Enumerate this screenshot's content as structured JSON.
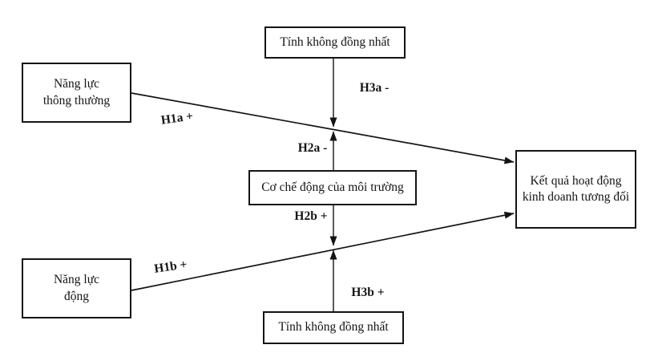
{
  "diagram": {
    "background": "#ffffff",
    "line_color": "#141414",
    "text_color": "#141414",
    "boxes": {
      "heterogeneity_top": {
        "label": "Tính không đồng nhất"
      },
      "ordinary_capability": {
        "label": "Năng lực\nthông thường"
      },
      "environmental_dynamism": {
        "label": "Cơ chế động của môi trường"
      },
      "relative_performance": {
        "label": "Kết quả hoạt động\nkinh doanh tương đối"
      },
      "dynamic_capability": {
        "label": "Năng lực\nđộng"
      },
      "heterogeneity_bottom": {
        "label": "Tính không đồng nhất"
      }
    },
    "path_labels": {
      "h1a": {
        "label": "H1a +"
      },
      "h3a": {
        "label": "H3a -"
      },
      "h2a": {
        "label": "H2a -"
      },
      "h2b": {
        "label": "H2b +"
      },
      "h1b": {
        "label": "H1b +"
      },
      "h3b": {
        "label": "H3b +"
      }
    },
    "relations": [
      {
        "id": "h1a",
        "from": "ordinary_capability",
        "to": "relative_performance",
        "sign": "+"
      },
      {
        "id": "h1b",
        "from": "dynamic_capability",
        "to": "relative_performance",
        "sign": "+"
      },
      {
        "id": "h2a",
        "from": "environmental_dynamism",
        "to": "path_h1a",
        "sign": "-"
      },
      {
        "id": "h2b",
        "from": "environmental_dynamism",
        "to": "path_h1b",
        "sign": "+"
      },
      {
        "id": "h3a",
        "from": "heterogeneity_top",
        "to": "path_h1a",
        "sign": "-"
      },
      {
        "id": "h3b",
        "from": "heterogeneity_bottom",
        "to": "path_h1b",
        "sign": "+"
      }
    ]
  }
}
